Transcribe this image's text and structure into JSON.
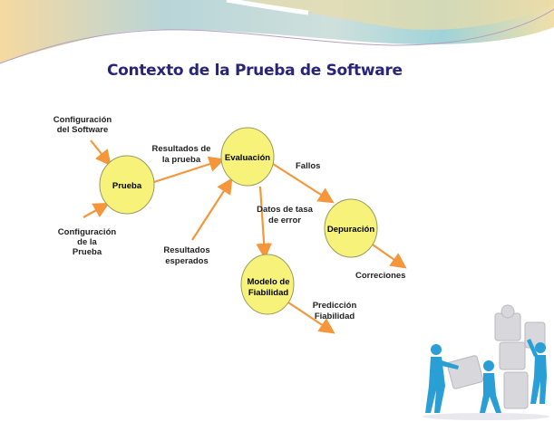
{
  "title": "Contexto de la Prueba de Software",
  "nodes": {
    "prueba": "Prueba",
    "evaluacion": "Evaluación",
    "depuracion": "Depuración",
    "modelo": [
      "Modelo de",
      "Fiabilidad"
    ]
  },
  "labels": {
    "config_software": [
      "Configuración",
      "del Software"
    ],
    "config_prueba": [
      "Configuración",
      "de la",
      "Prueba"
    ],
    "resultados_prueba": [
      "Resultados de",
      "la prueba"
    ],
    "resultados_esperados": [
      "Resultados",
      "esperados"
    ],
    "fallos": "Fallos",
    "datos_tasa": [
      "Datos de tasa",
      "de error"
    ],
    "correcciones": "Correciones",
    "prediccion": [
      "Predicción",
      "Fiabilidad"
    ]
  },
  "colors": {
    "title": "#28247a",
    "node_fill": "#f7f37a",
    "node_stroke": "#9a9a60",
    "arrow": "#f5963a"
  }
}
